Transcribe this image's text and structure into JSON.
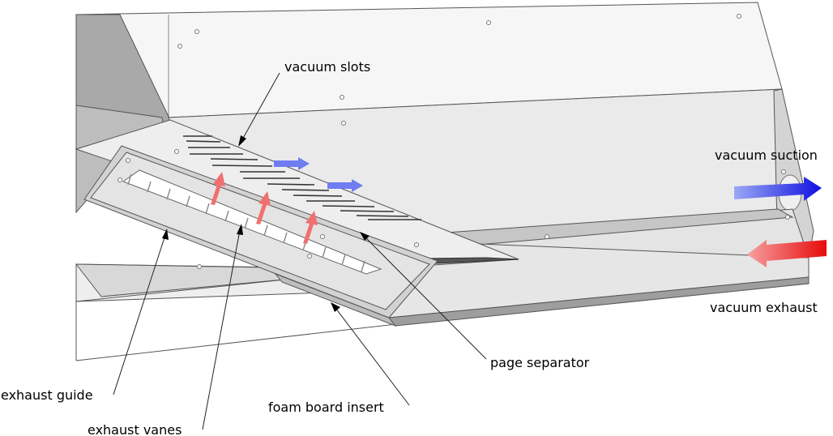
{
  "labels": {
    "vacuum_slots": "vacuum slots",
    "vacuum_suction": "vacuum suction",
    "vacuum_exhaust": "vacuum exhaust",
    "page_separator": "page separator",
    "exhaust_guide": "exhaust guide",
    "foam_board_insert": "foam board insert",
    "exhaust_vanes": "exhaust vanes"
  },
  "colors": {
    "suction_arrow": "#1010e0",
    "exhaust_arrow": "#e81010",
    "slot_arrow": "#6f7df0",
    "vane_arrow": "#f07070"
  }
}
